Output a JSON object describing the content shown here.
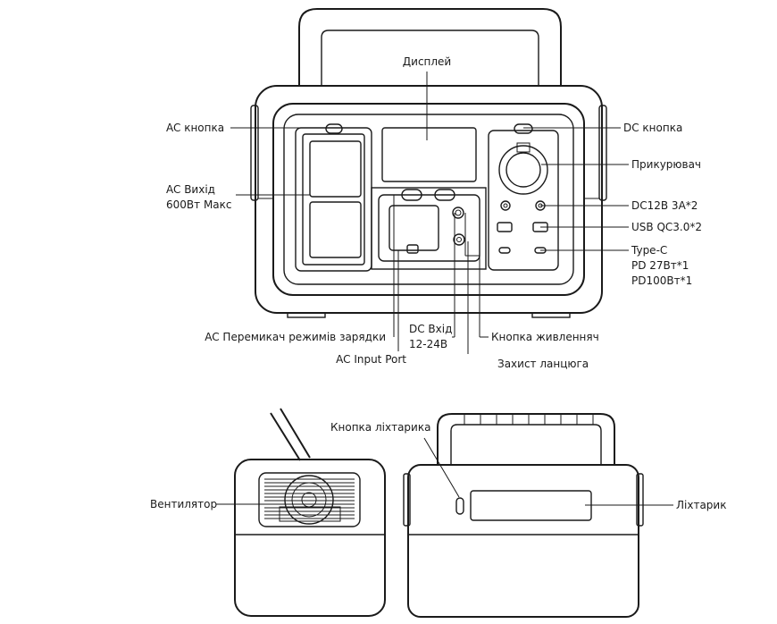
{
  "labels": {
    "display": "Дисплей",
    "ac_button": "AC кнопка",
    "dc_button": "DC кнопка",
    "cigarette_lighter": "Прикурювач",
    "ac_output_1": "AC Вихід",
    "ac_output_2": "600Вт Макс",
    "dc12v": "DC12В 3А*2",
    "usb_qc": "USB QC3.0*2",
    "type_c_1": "Type-C",
    "type_c_2": "PD 27Вт*1",
    "type_c_3": "PD100Вт*1",
    "ac_charge_switch": "AC Перемикач режимів зарядки",
    "dc_input_1": "DC Вхід",
    "dc_input_2": "12-24В",
    "power_button": "Кнопка живленняч",
    "ac_input_port": "AC Input Port",
    "circuit_protection": "Захист ланцюга",
    "flashlight_button": "Кнопка ліхтарика",
    "fan": "Вентилятор",
    "flashlight": "Ліхтарик"
  }
}
